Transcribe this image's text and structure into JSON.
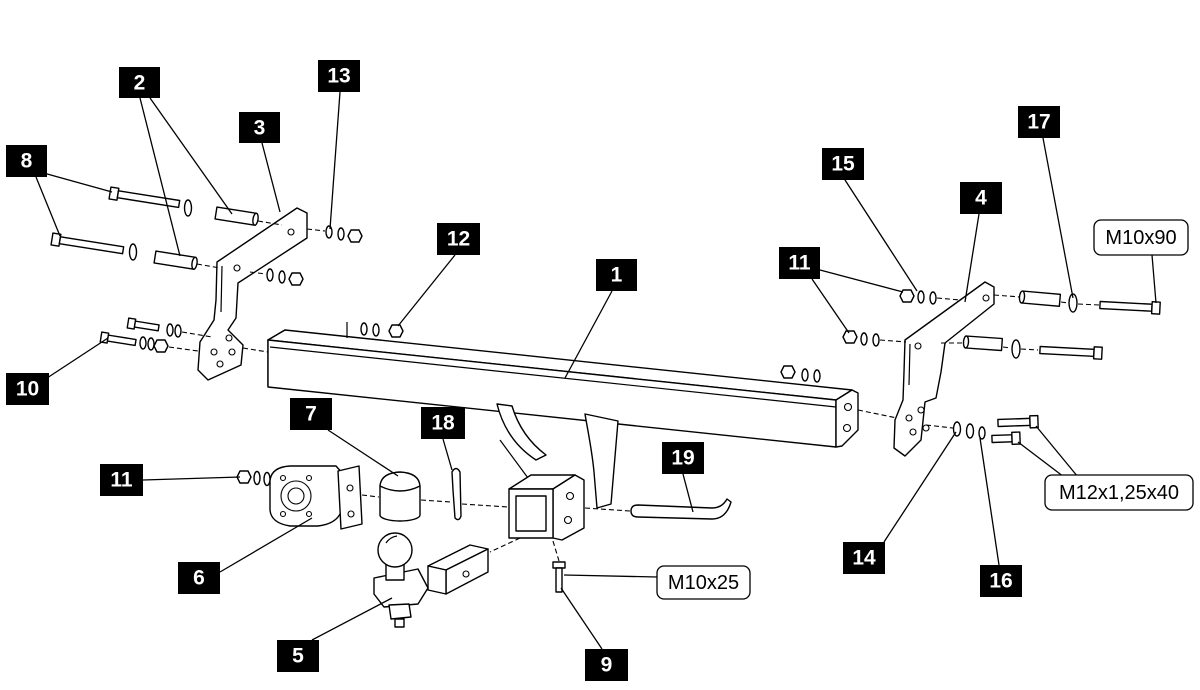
{
  "diagram": {
    "callouts": {
      "c1": "1",
      "c2": "2",
      "c3": "3",
      "c4": "4",
      "c5": "5",
      "c6": "6",
      "c7": "7",
      "c8": "8",
      "c9": "9",
      "c10": "10",
      "c11_left": "11",
      "c11_right": "11",
      "c12": "12",
      "c13": "13",
      "c14": "14",
      "c15": "15",
      "c16": "16",
      "c17": "17",
      "c18": "18",
      "c19": "19"
    },
    "specs": {
      "m10x90": "M10x90",
      "m12x1_25x40": "M12x1,25x40",
      "m10x25": "M10x25"
    }
  },
  "colors": {
    "callout_fill": "#000000",
    "callout_text": "#ffffff",
    "line": "#000000",
    "background": "#ffffff"
  }
}
